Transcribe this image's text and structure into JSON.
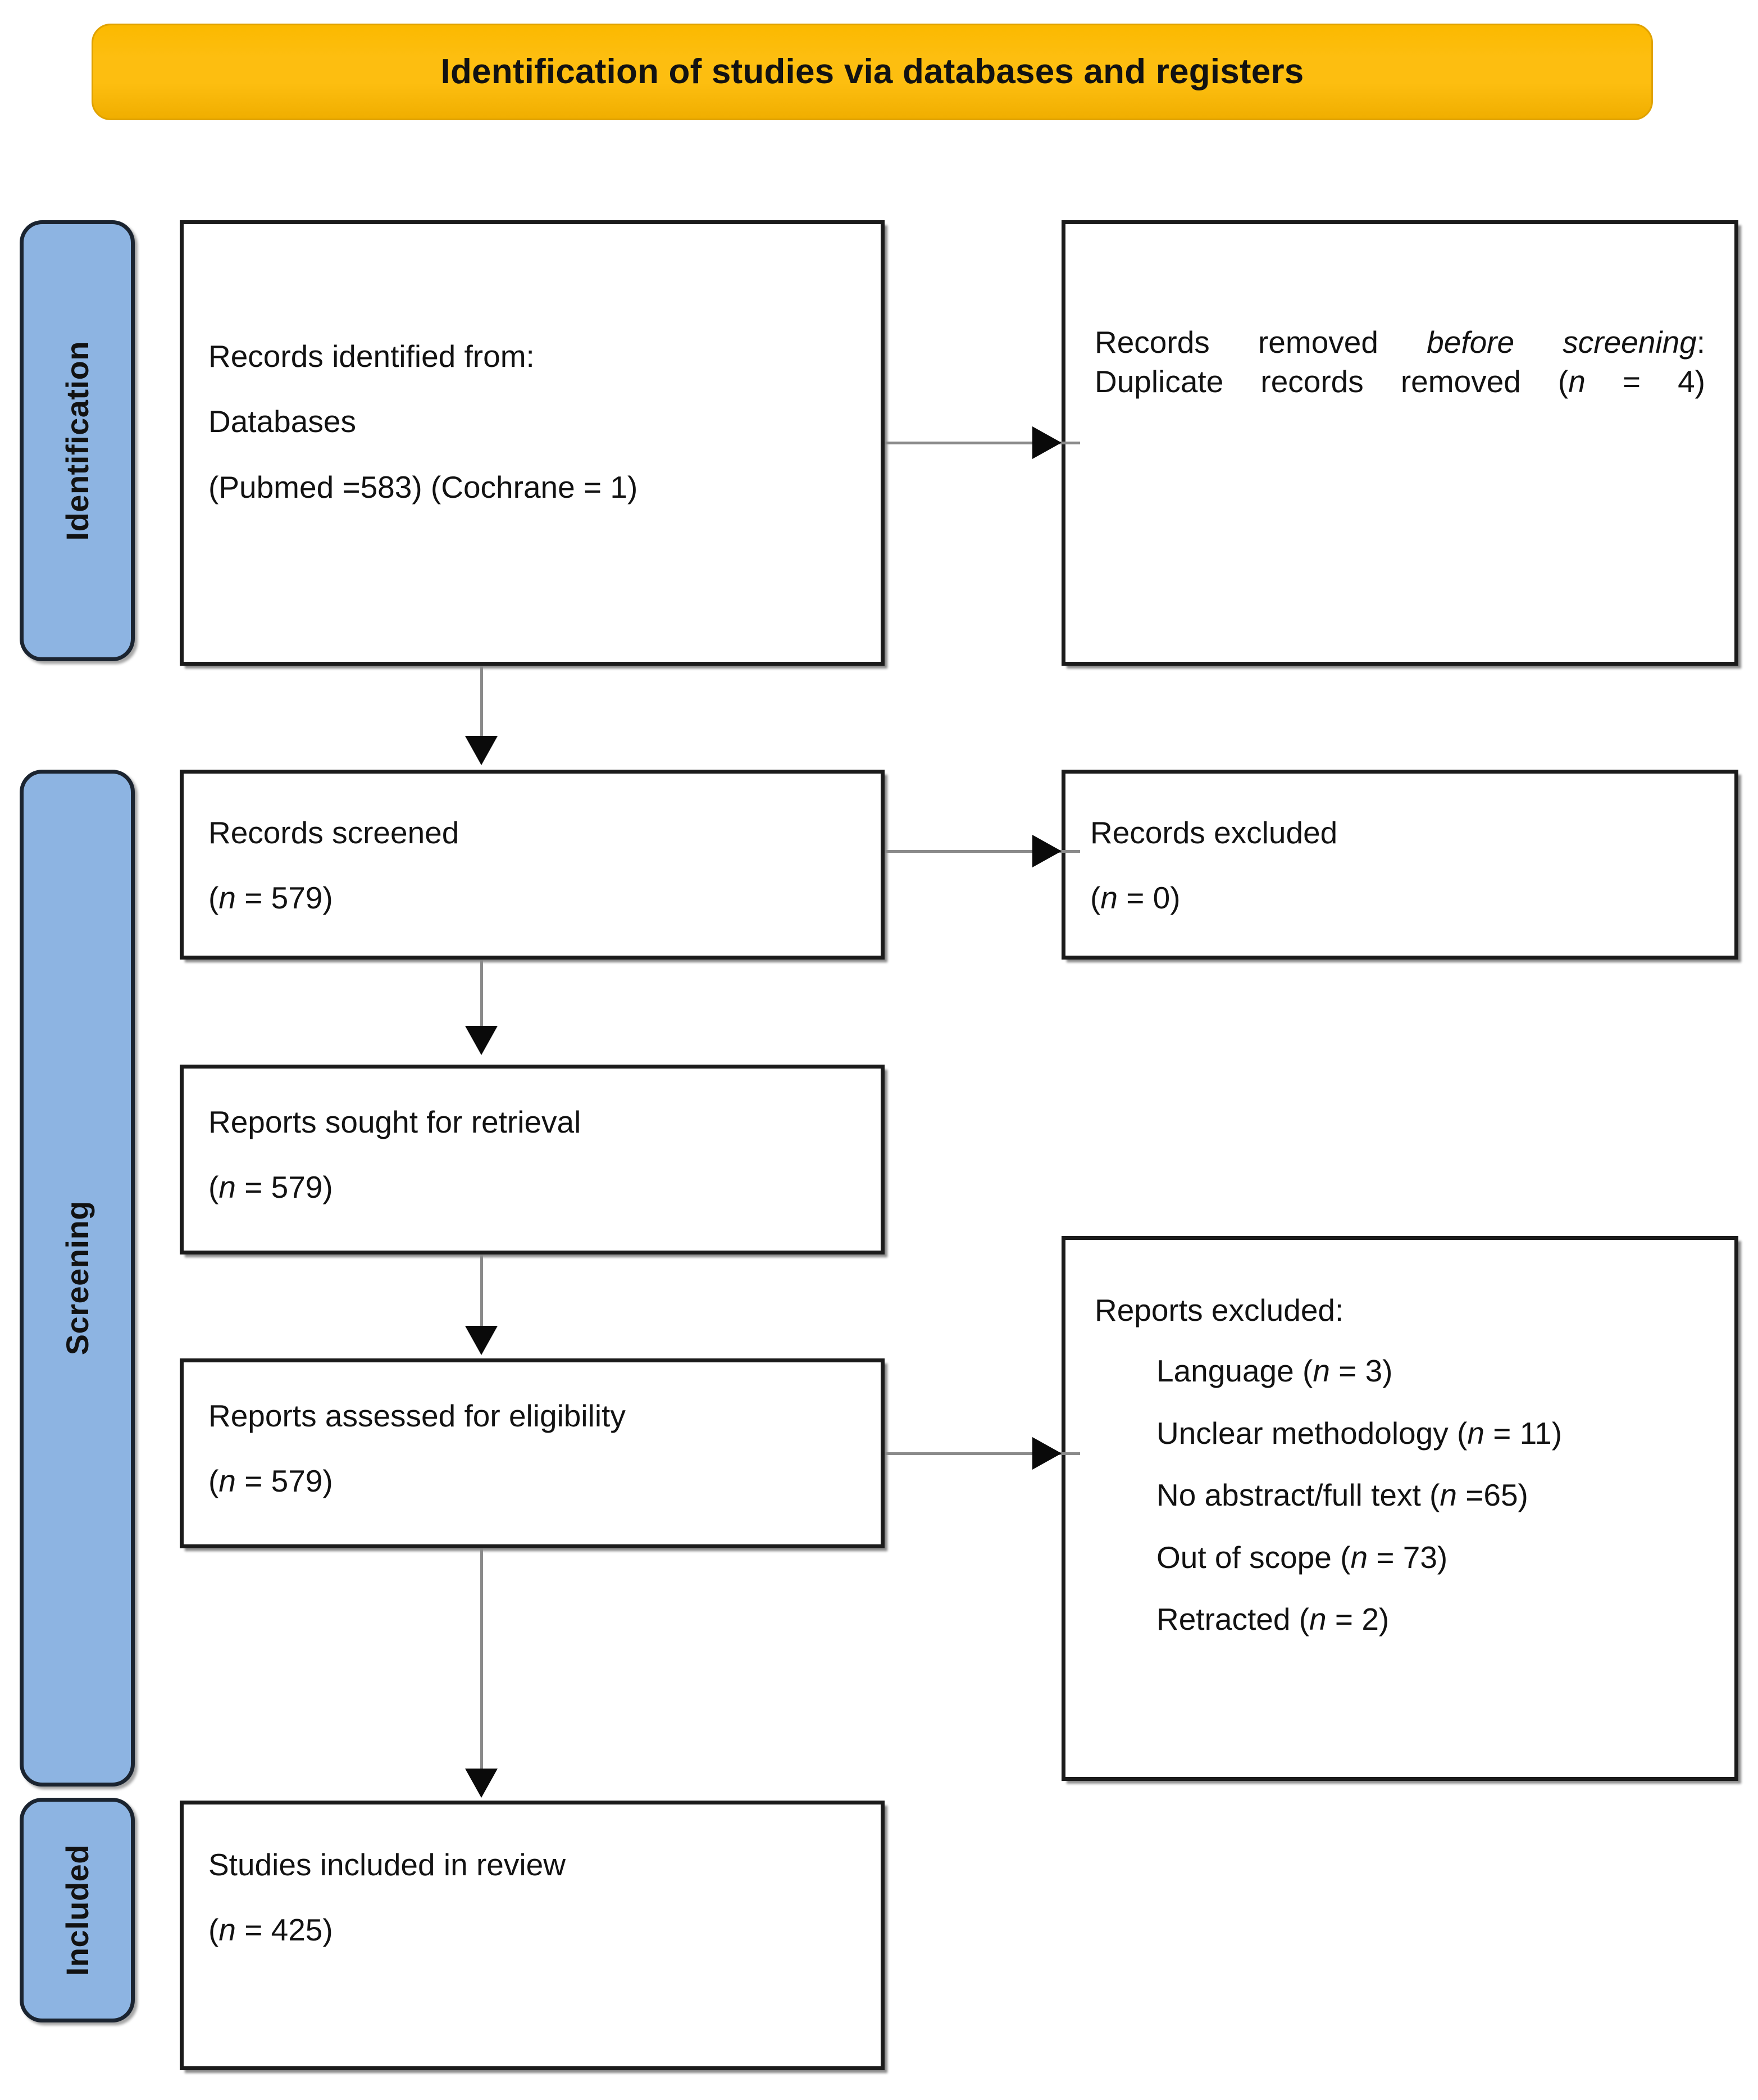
{
  "header": {
    "title": "Identification of studies via databases and registers",
    "color": "#FDBE10"
  },
  "stages": [
    {
      "id": "identification",
      "label": "Identification",
      "color": "#8DB4E2"
    },
    {
      "id": "screening",
      "label": "Screening",
      "color": "#8DB4E2"
    },
    {
      "id": "included",
      "label": "Included",
      "color": "#8DB4E2"
    }
  ],
  "boxes": {
    "records_identified": {
      "line1": "Records identified from:",
      "line2": "Databases",
      "line3": "(Pubmed =583) (Cochrane = 1)"
    },
    "records_removed": {
      "seg1": "Records",
      "seg2": "removed",
      "seg3_italic": "before",
      "seg4_italic": "screening",
      "seg4_tail": ":",
      "seg5": "Duplicate",
      "seg6": "records",
      "seg7": "removed (",
      "seg7_italic": "n",
      "seg7_tail": " = 4)"
    },
    "records_screened": {
      "line1": "Records screened",
      "count_prefix": "(",
      "count_italic": "n",
      "count_tail": " = 579)"
    },
    "records_excluded": {
      "line1": "Records excluded",
      "count_prefix": "(",
      "count_italic": "n",
      "count_tail": " = 0)"
    },
    "reports_sought": {
      "line1": "Reports sought for retrieval",
      "count_prefix": "(",
      "count_italic": "n",
      "count_tail": " = 579)"
    },
    "reports_assessed": {
      "line1": "Reports assessed for eligibility",
      "count_prefix": "(",
      "count_italic": "n",
      "count_tail": " = 579)"
    },
    "reports_excluded": {
      "title": "Reports excluded:",
      "reasons": [
        {
          "label": "Language (",
          "n_italic": "n",
          "tail": " = 3)"
        },
        {
          "label": "Unclear methodology (",
          "n_italic": "n",
          "tail": " = 11)"
        },
        {
          "label": "No abstract/full text (",
          "n_italic": "n",
          "tail": " =65)"
        },
        {
          "label": "Out of scope (",
          "n_italic": "n",
          "tail": " = 73)"
        },
        {
          "label": "Retracted (",
          "n_italic": "n",
          "tail": " = 2)"
        }
      ]
    },
    "studies_included": {
      "line1": "Studies included in review",
      "count_prefix": "(",
      "count_italic": "n",
      "count_tail": " = 425)"
    }
  },
  "chart_data": {
    "type": "table",
    "title": "PRISMA 2020 flow diagram for new systematic reviews which included searches of databases and registers only",
    "records": {
      "identified_pubmed": 583,
      "identified_cochrane": 1,
      "duplicates_removed": 4,
      "screened": 579,
      "excluded_at_screening": 0,
      "sought_for_retrieval": 579,
      "assessed_for_eligibility": 579,
      "excluded_language": 3,
      "excluded_unclear_methodology": 11,
      "excluded_no_abstract_full_text": 65,
      "excluded_out_of_scope": 73,
      "excluded_retracted": 2,
      "included_in_review": 425
    }
  }
}
